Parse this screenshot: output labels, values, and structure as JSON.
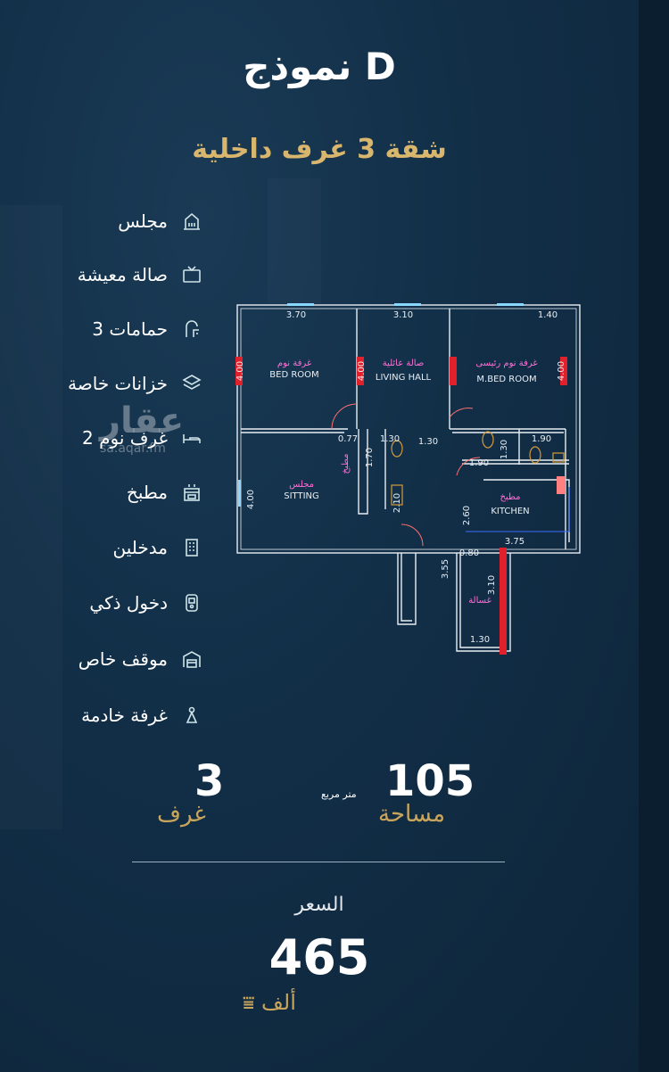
{
  "header": {
    "title": "نموذج D",
    "subtitle": "شقة 3 غرف داخلية"
  },
  "features": [
    {
      "label": "مجلس",
      "icon": "building-icon"
    },
    {
      "label": "صالة معيشة",
      "icon": "tv-icon"
    },
    {
      "label": "3 حمامات",
      "icon": "faucet-icon"
    },
    {
      "label": "خزانات خاصة",
      "icon": "layers-icon"
    },
    {
      "label": "2 غرف نوم",
      "icon": "bed-icon"
    },
    {
      "label": "مطبخ",
      "icon": "stove-icon"
    },
    {
      "label": "مدخلين",
      "icon": "door-icon"
    },
    {
      "label": "دخول ذكي",
      "icon": "smart-lock-icon"
    },
    {
      "label": "موقف خاص",
      "icon": "garage-icon"
    },
    {
      "label": "غرفة خادمة",
      "icon": "maid-icon"
    }
  ],
  "watermark": {
    "arabic": "عقار",
    "url": "sa.aqar.fm"
  },
  "floor_plan": {
    "rooms": {
      "bedroom_ar": "غرفة نوم",
      "bedroom_en": "BED ROOM",
      "living_ar": "صالة عائلية",
      "living_en": "LIVING HALL",
      "master_ar": "غرفة نوم رئيسى",
      "master_en": "M.BED ROOM",
      "sitting_ar": "مجلس",
      "sitting_en": "SITTING",
      "kitchen_ar": "مطبخ",
      "kitchen_en": "KITCHEN",
      "pantry_ar": "مطبخ",
      "laundry_ar": "غسالة"
    },
    "dims": {
      "d1": "3.70",
      "d2": "3.10",
      "d3": "1.40",
      "v1": "4.00",
      "v2": "4.00",
      "v3": "4.00",
      "d4": "1.30",
      "d5": "1.30",
      "d6": "1.90",
      "d7": "1.90",
      "d8": "1.30",
      "d9": "1.30",
      "d10": "1.70",
      "d11": "2.10",
      "d12": "2.60",
      "d13": "3.75",
      "d14": "3.55",
      "d15": "3.10",
      "d16": "1.30",
      "d17": "0.80",
      "d18": "0.77"
    }
  },
  "stats": {
    "area_value": "105",
    "area_unit": "متر مربع",
    "area_label": "مساحة",
    "rooms_value": "3",
    "rooms_label": "غرف"
  },
  "price": {
    "label": "السعر",
    "value": "465",
    "unit": "ألف"
  },
  "colors": {
    "accent": "#d9b66d",
    "background": "#0f2a40",
    "walls_red": "#e0202a",
    "room_text": "#ff6fd5"
  }
}
